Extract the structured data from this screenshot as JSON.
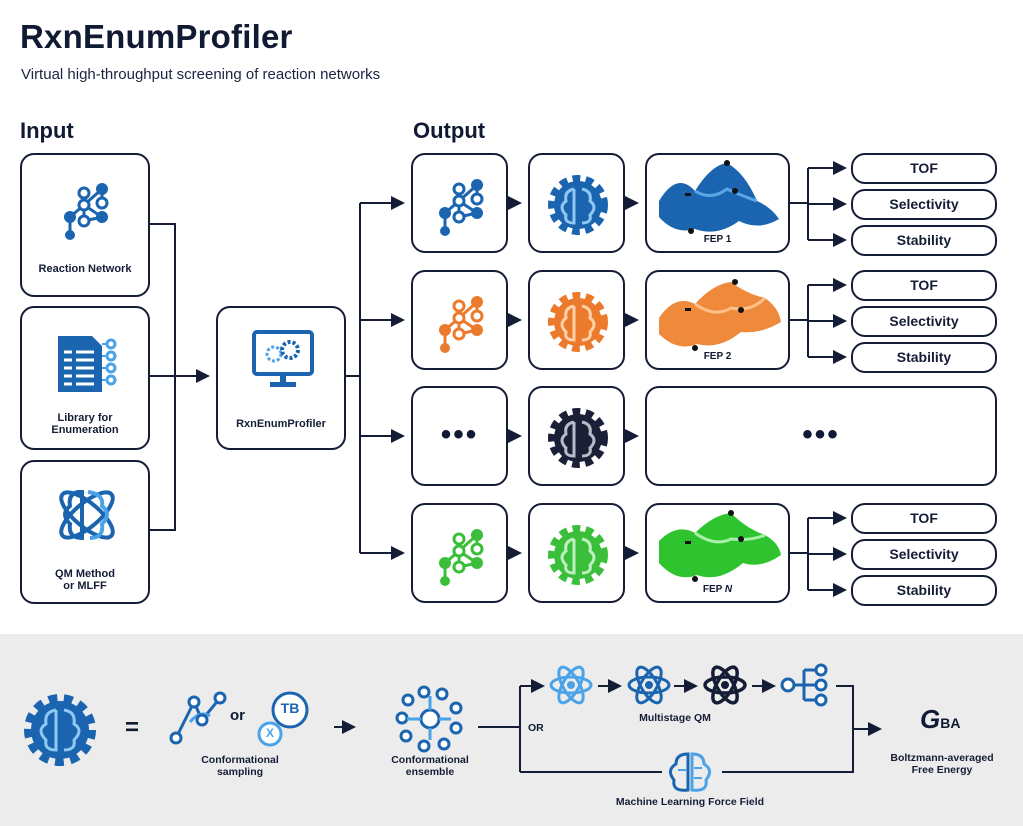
{
  "header": {
    "title": "RxnEnumProfiler",
    "subtitle": "Virtual high-throughput screening of reaction networks"
  },
  "sections": {
    "input": "Input",
    "output": "Output"
  },
  "inputs": [
    {
      "label": "Reaction Network",
      "icon": "network-icon"
    },
    {
      "label": "Library for\nEnumeration",
      "icon": "document-library-icon"
    },
    {
      "label": "QM Method\nor MLFF",
      "icon": "atom-brain-icon"
    }
  ],
  "center": {
    "label": "RxnEnumProfiler",
    "icon": "monitor-gears-icon"
  },
  "rows": [
    {
      "color": "#1a64b0",
      "fep": "FEP 1",
      "metrics": [
        "TOF",
        "Selectivity",
        "Stability"
      ]
    },
    {
      "color": "#ec7a2c",
      "fep": "FEP 2",
      "metrics": [
        "TOF",
        "Selectivity",
        "Stability"
      ]
    },
    {
      "color": "#1c2036",
      "ellipsis": "•••"
    },
    {
      "color": "#3bbf3b",
      "fep_prefix": "FEP ",
      "fep_italic": "N",
      "metrics": [
        "TOF",
        "Selectivity",
        "Stability"
      ]
    }
  ],
  "bottom": {
    "equals": "=",
    "or_small": "or",
    "tb": "TB",
    "x": "X",
    "conf_sampling": "Conformational\nsampling",
    "conf_ensemble": "Conformational\nensemble",
    "or_caps": "OR",
    "multistage": "Multistage QM",
    "mlff": "Machine Learning Force Field",
    "g_main": "G",
    "g_sub": "BA",
    "boltzmann": "Boltzmann-averaged\nFree Energy"
  }
}
